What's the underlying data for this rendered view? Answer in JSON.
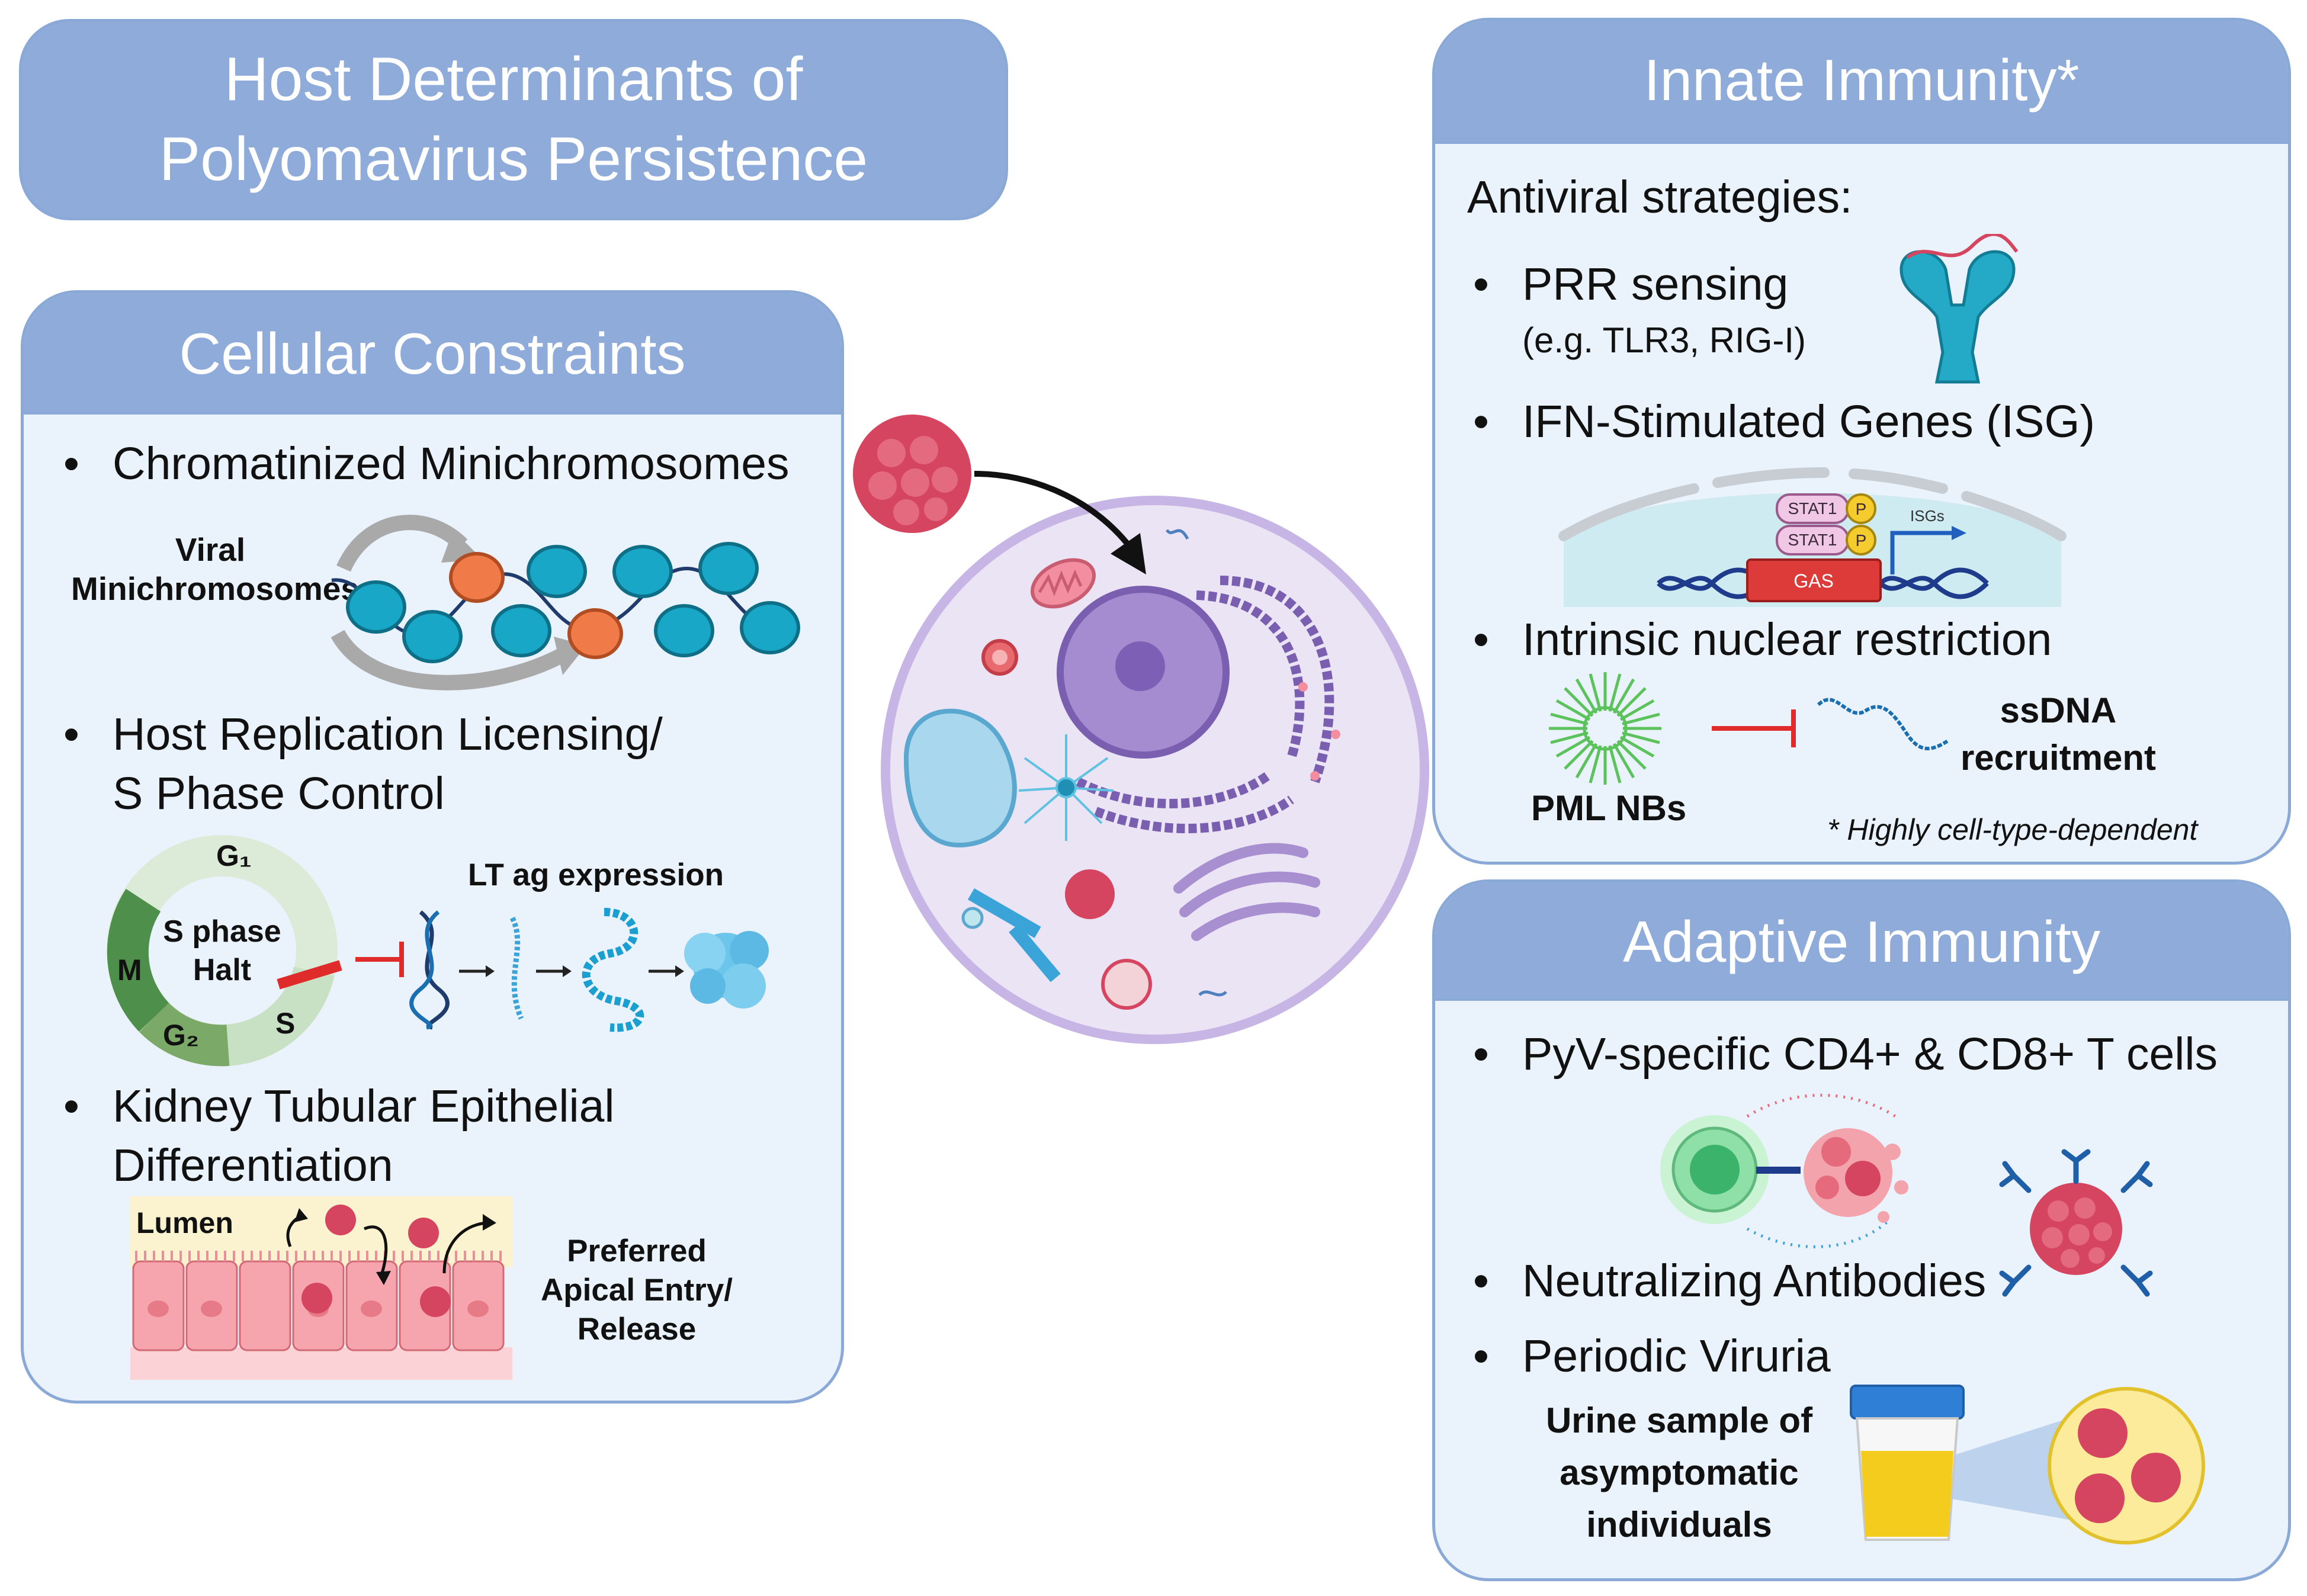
{
  "title": {
    "line1": "Host Determinants of",
    "line2": "Polyomavirus Persistence"
  },
  "cellular": {
    "heading": "Cellular Constraints",
    "bullet1": "Chromatinized Minichromosomes",
    "viral_label_1": "Viral",
    "viral_label_2": "Minichromosomes",
    "bullet2_line1": "Host Replication Licensing/",
    "bullet2_line2": "S Phase Control",
    "cycle": {
      "g1": "G₁",
      "m": "M",
      "g2": "G₂",
      "s": "S",
      "halt_1": "S phase",
      "halt_2": "Halt"
    },
    "lt_label": "LT ag expression",
    "bullet3_line1": "Kidney Tubular Epithelial",
    "bullet3_line2": "Differentiation",
    "lumen": "Lumen",
    "pref_1": "Preferred",
    "pref_2": "Apical Entry/",
    "pref_3": "Release"
  },
  "innate": {
    "heading": "Innate Immunity*",
    "intro": "Antiviral strategies:",
    "bullet1": "PRR sensing",
    "bullet1_sub": "(e.g. TLR3, RIG-I)",
    "bullet2": "IFN-Stimulated Genes (ISG)",
    "stat1": "STAT1",
    "p": "P",
    "isgs": "ISGs",
    "gas": "GAS",
    "bullet3": "Intrinsic nuclear restriction",
    "pml": "PML NBs",
    "ssdna_1": "ssDNA",
    "ssdna_2": "recruitment",
    "footnote": "* Highly cell-type-dependent"
  },
  "adaptive": {
    "heading": "Adaptive Immunity",
    "bullet1": "PyV-specific CD4+ & CD8+ T cells",
    "bullet2": "Neutralizing Antibodies",
    "bullet3": "Periodic Viruria",
    "urine_1": "Urine sample of",
    "urine_2": "asymptomatic",
    "urine_3": "individuals"
  },
  "bullet_symbol": "•",
  "colors": {
    "panel_header": "#8fabd9",
    "panel_body": "#eaf2fb",
    "virus": "#d6455f",
    "nucleosome": "#19a7c8",
    "cell": "#cdbbe8"
  }
}
